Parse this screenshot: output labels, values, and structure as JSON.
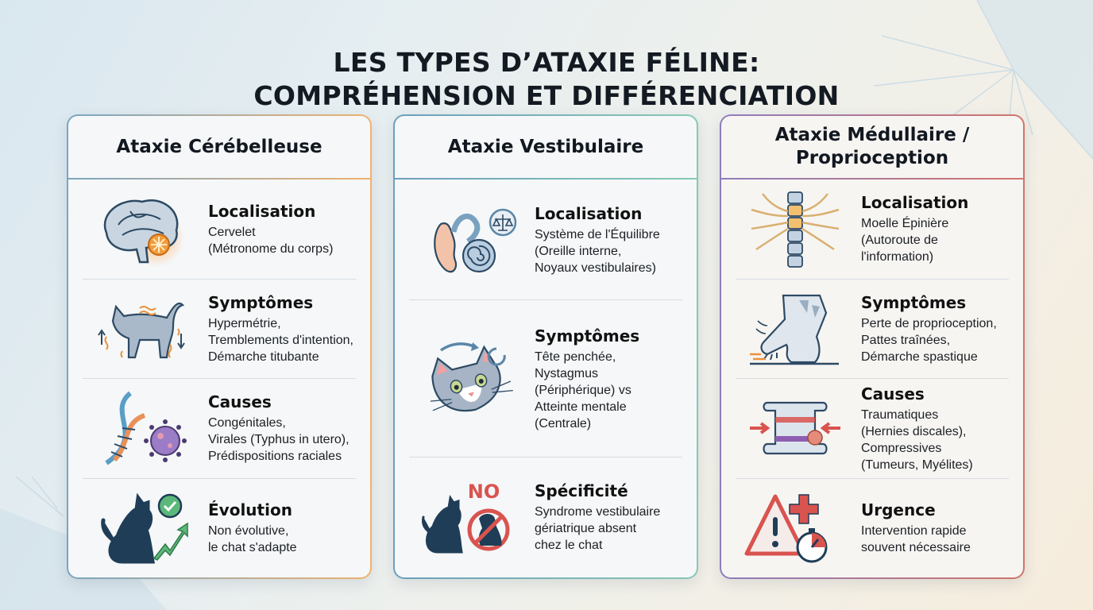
{
  "title": {
    "line1": "LES TYPES D’ATAXIE FÉLINE:",
    "line2": "COMPRÉHENSION ET DIFFÉRENCIATION"
  },
  "colors": {
    "card1_border": [
      "#7aa6c2",
      "#efb271"
    ],
    "card2_border": [
      "#6c9fbd",
      "#86c9b4"
    ],
    "card3_border": [
      "#8e7dbd",
      "#d2756b"
    ],
    "accent_orange": "#f0a050",
    "accent_red": "#d9534f",
    "accent_green": "#5cb87a",
    "dark_navy": "#1f3d57"
  },
  "cards": [
    {
      "title": "Ataxie Cérébelleuse",
      "rows": [
        {
          "icon": "brain-cerebellum-icon",
          "heading": "Localisation",
          "text": "Cervelet\n(Métronome du corps)"
        },
        {
          "icon": "trembling-cat-icon",
          "heading": "Symptômes",
          "text": "Hypermétrie,\nTremblements d'intention,\nDémarche titubante"
        },
        {
          "icon": "dna-virus-icon",
          "heading": "Causes",
          "text": "Congénitales,\nVirales (Typhus in utero),\nPrédispositions raciales"
        },
        {
          "icon": "cat-check-trend-icon",
          "heading": "Évolution",
          "text": "Non évolutive,\nle chat s'adapte"
        }
      ]
    },
    {
      "title": "Ataxie Vestibulaire",
      "rows": [
        {
          "icon": "inner-ear-balance-icon",
          "heading": "Localisation",
          "text": "Système de l'Équilibre\n(Oreille interne,\nNoyaux vestibulaires)"
        },
        {
          "icon": "tilted-cat-head-icon",
          "heading": "Symptômes",
          "text": "Tête penchée,\nNystagmus\n(Périphérique) vs\nAtteinte mentale\n(Centrale)"
        },
        {
          "icon": "cat-no-dog-icon",
          "icon_label": "NO",
          "heading": "Spécificité",
          "text": "Syndrome vestibulaire\ngériatrique absent\nchez le chat"
        }
      ]
    },
    {
      "title": "Ataxie Médullaire /\nProprioception",
      "rows": [
        {
          "icon": "spinal-cord-nerves-icon",
          "heading": "Localisation",
          "text": "Moelle Épinière\n(Autoroute de\nl'information)"
        },
        {
          "icon": "dragging-paw-icon",
          "heading": "Symptômes",
          "text": "Perte de proprioception,\nPattes traînées,\nDémarche spastique"
        },
        {
          "icon": "compressed-vertebra-icon",
          "heading": "Causes",
          "text": "Traumatiques\n(Hernies discales),\nCompressives\n(Tumeurs, Myélites)"
        },
        {
          "icon": "warning-cross-timer-icon",
          "heading": "Urgence",
          "text": "Intervention rapide\nsouvent nécessaire"
        }
      ]
    }
  ]
}
